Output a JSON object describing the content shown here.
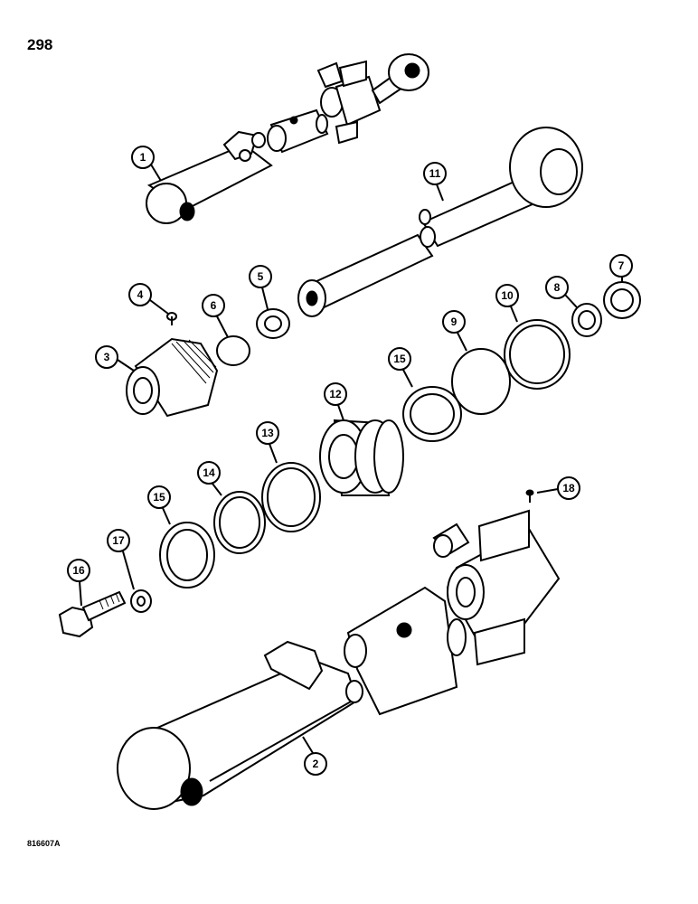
{
  "page": {
    "number": "298",
    "figure_code": "816607A"
  },
  "callouts": [
    {
      "id": "1",
      "label": "1"
    },
    {
      "id": "2",
      "label": "2"
    },
    {
      "id": "3",
      "label": "3"
    },
    {
      "id": "4",
      "label": "4"
    },
    {
      "id": "5",
      "label": "5"
    },
    {
      "id": "6",
      "label": "6"
    },
    {
      "id": "7",
      "label": "7"
    },
    {
      "id": "8",
      "label": "8"
    },
    {
      "id": "9",
      "label": "9"
    },
    {
      "id": "10",
      "label": "10"
    },
    {
      "id": "11",
      "label": "11"
    },
    {
      "id": "12",
      "label": "12"
    },
    {
      "id": "13",
      "label": "13"
    },
    {
      "id": "14",
      "label": "14"
    },
    {
      "id": "15a",
      "label": "15"
    },
    {
      "id": "15b",
      "label": "15"
    },
    {
      "id": "16",
      "label": "16"
    },
    {
      "id": "17",
      "label": "17"
    },
    {
      "id": "18",
      "label": "18"
    }
  ]
}
